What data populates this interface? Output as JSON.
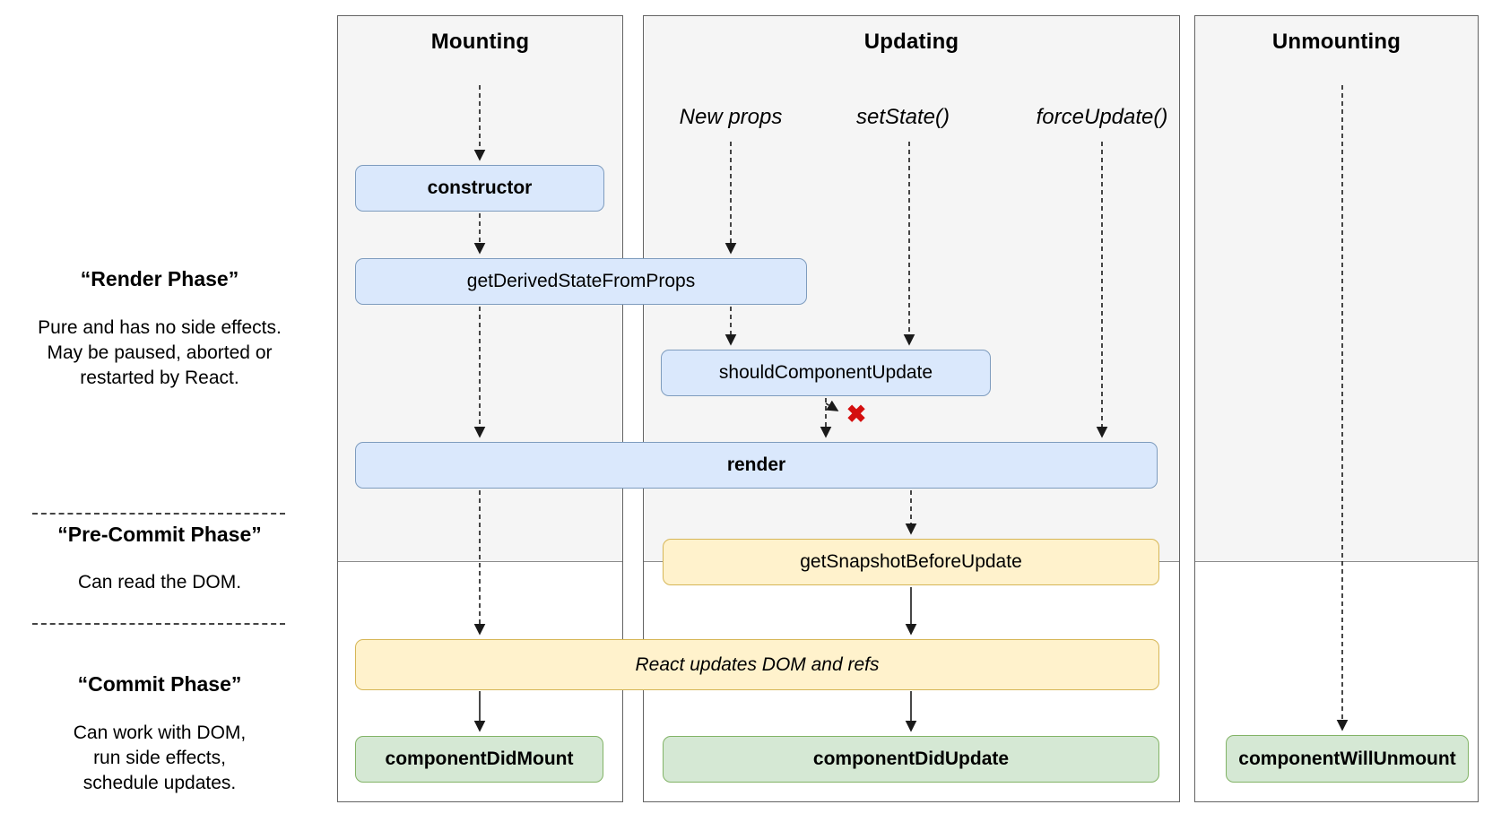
{
  "columns": {
    "mounting": {
      "title": "Mounting"
    },
    "updating": {
      "title": "Updating",
      "triggers": {
        "new_props": "New props",
        "set_state": "setState()",
        "force_update": "forceUpdate()"
      }
    },
    "unmounting": {
      "title": "Unmounting"
    }
  },
  "nodes": {
    "constructor": "constructor",
    "get_derived_state_from_props": "getDerivedStateFromProps",
    "should_component_update": "shouldComponentUpdate",
    "render": "render",
    "get_snapshot_before_update": "getSnapshotBeforeUpdate",
    "react_updates_dom": "React updates DOM and refs",
    "component_did_mount": "componentDidMount",
    "component_did_update": "componentDidUpdate",
    "component_will_unmount": "componentWillUnmount"
  },
  "phases": {
    "render": {
      "title": "“Render Phase”",
      "description": "Pure and has no side effects.\nMay be paused, aborted or\nrestarted by React."
    },
    "pre_commit": {
      "title": "“Pre-Commit Phase”",
      "description": "Can read the DOM."
    },
    "commit": {
      "title": "“Commit Phase”",
      "description": "Can work with DOM,\nrun side effects,\nschedule updates."
    }
  },
  "icons": {
    "render_skipped_x": "✖"
  },
  "colors": {
    "node_blue": "#dae8fc",
    "node_yellow": "#fff2cc",
    "node_green": "#d5e8d4",
    "panel_gray": "#f5f5f5",
    "x_red": "#d40f0f"
  }
}
